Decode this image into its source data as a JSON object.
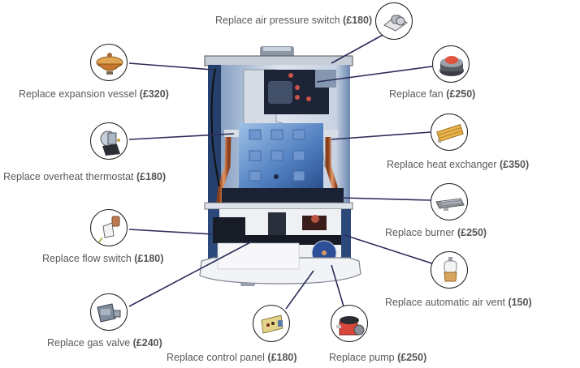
{
  "title": "Boiler parts replacement costs",
  "colors": {
    "label_text": "#5a5a5a",
    "leader_line": "#2c2c5a",
    "circle_border": "#222222"
  },
  "parts": [
    {
      "id": "air-pressure-switch",
      "label": "Replace air pressure switch",
      "price": "(£180)",
      "icon": "air-pressure-switch-icon"
    },
    {
      "id": "expansion-vessel",
      "label": "Replace expansion vessel",
      "price": "(£320)",
      "icon": "expansion-vessel-icon"
    },
    {
      "id": "fan",
      "label": "Replace fan",
      "price": "(£250)",
      "icon": "fan-icon"
    },
    {
      "id": "overheat-thermostat",
      "label": "Replace overheat thermostat",
      "price": "(£180)",
      "icon": "thermostat-icon"
    },
    {
      "id": "heat-exchanger",
      "label": "Replace heat exchanger",
      "price": "(£350)",
      "icon": "heat-exchanger-icon"
    },
    {
      "id": "burner",
      "label": "Replace burner",
      "price": "(£250)",
      "icon": "burner-icon"
    },
    {
      "id": "flow-switch",
      "label": "Replace flow switch",
      "price": "(£180)",
      "icon": "flow-switch-icon"
    },
    {
      "id": "automatic-air-vent",
      "label": "Replace automatic air vent",
      "price": "(150)",
      "icon": "air-vent-icon"
    },
    {
      "id": "gas-valve",
      "label": "Replace gas valve",
      "price": "(£240)",
      "icon": "gas-valve-icon"
    },
    {
      "id": "control-panel",
      "label": "Replace control panel",
      "price": "(£180)",
      "icon": "control-panel-icon"
    },
    {
      "id": "pump",
      "label": "Replace pump",
      "price": "(£250)",
      "icon": "pump-icon"
    }
  ]
}
